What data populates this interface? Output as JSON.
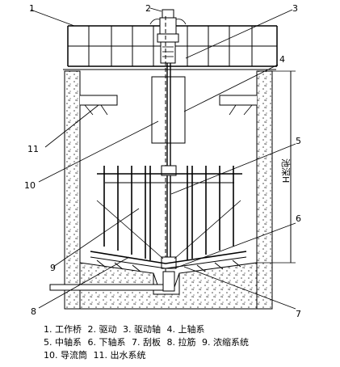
{
  "callouts": [
    "1",
    "2",
    "3",
    "4",
    "5",
    "6",
    "7",
    "8",
    "9",
    "10",
    "11"
  ],
  "depth_label": "池深H",
  "legend": {
    "row1": [
      "1. 工作桥",
      "2. 驱动",
      "3. 驱动轴",
      "4. 上轴系"
    ],
    "row2": [
      "5. 中轴系",
      "6. 下轴系",
      "7. 刮板",
      "8. 拉筋",
      "9. 浓缩系统"
    ],
    "row3": [
      "10. 导流筒",
      "11. 出水系统"
    ]
  }
}
